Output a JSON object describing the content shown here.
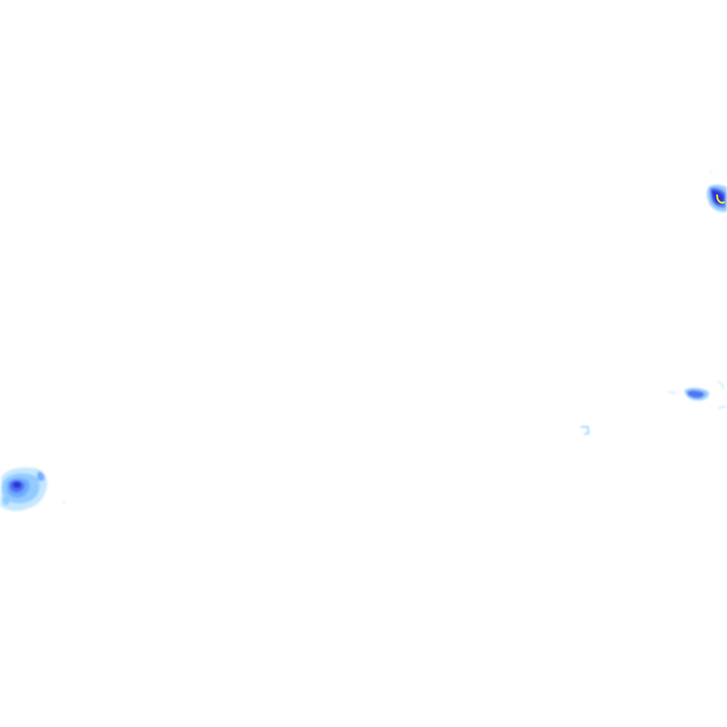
{
  "layer": {
    "kind": "rain-radar-overlay",
    "transparent_background": true
  },
  "legend_colors": {
    "light": "#bfe6ff",
    "light_moderate": "#8cc8ff",
    "moderate": "#6aa6ff",
    "moderate_heavy": "#4a6cf0",
    "heavy": "#2a2ad8",
    "very_heavy": "#f5f10a"
  },
  "echoes": [
    {
      "id": "cell-west",
      "intensity_max": "heavy"
    },
    {
      "id": "cell-northeast",
      "intensity_max": "very_heavy"
    },
    {
      "id": "cell-east",
      "intensity_max": "moderate_heavy"
    },
    {
      "id": "cell-center-small",
      "intensity_max": "light"
    }
  ]
}
